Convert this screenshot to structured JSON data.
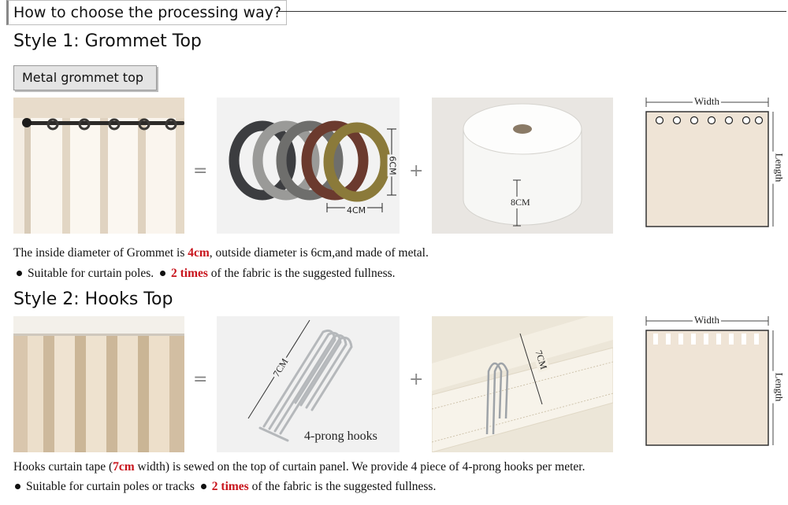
{
  "header": {
    "title": "How to choose the processing way?"
  },
  "style1": {
    "title": "Style 1: Grommet Top",
    "subtitle": "Metal grommet top",
    "equals": "=",
    "plus": "+",
    "ring_width_label": "4CM",
    "ring_height_label": "6CM",
    "tape_label": "8CM",
    "diagram": {
      "width_label": "Width",
      "length_label": "Length"
    },
    "desc": {
      "line1_a": "The inside diameter of Grommet is ",
      "line1_hl": "4cm",
      "line1_b": ", outside diameter is 6cm,and made of metal.",
      "line2_a": "Suitable for curtain poles.",
      "line2_hl": "2 times",
      "line2_b": " of the fabric is the suggested fullness."
    }
  },
  "style2": {
    "title": "Style 2: Hooks Top",
    "equals": "=",
    "plus": "+",
    "hook_label": "7CM",
    "hook_caption": "4-prong hooks",
    "tape_hook_label": "7CM",
    "diagram": {
      "width_label": "Width",
      "length_label": "Length"
    },
    "desc": {
      "line1_a": "Hooks curtain tape (",
      "line1_hl": "7cm",
      "line1_b": " width) is sewed on the top of curtain panel. We provide 4 piece of 4-prong hooks per meter.",
      "line2_a": "Suitable for curtain poles or tracks",
      "line2_hl": "2 times",
      "line2_b": " of the fabric is the suggested fullness."
    }
  },
  "colors": {
    "highlight": "#c8141c",
    "curtain": "#efe4d6",
    "panel_border": "#333333"
  }
}
